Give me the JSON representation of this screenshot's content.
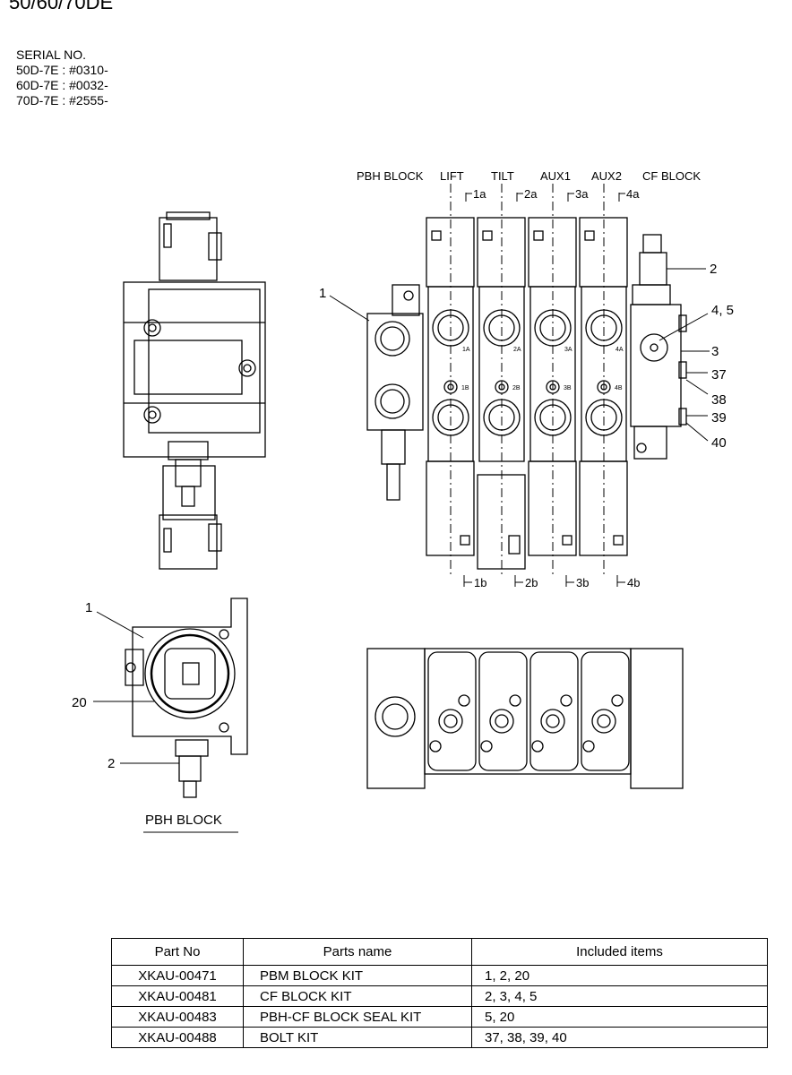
{
  "title": "50/60/70DE",
  "serial": {
    "heading": "SERIAL NO.",
    "lines": [
      "50D-7E : #0310-",
      "60D-7E : #0032-",
      "70D-7E : #2555-"
    ]
  },
  "section_labels": {
    "pbh_block": "PBH BLOCK",
    "lift": "LIFT",
    "tilt": "TILT",
    "aux1": "AUX1",
    "aux2": "AUX2",
    "cf_block": "CF BLOCK"
  },
  "port_labels_top": [
    "1a",
    "2a",
    "3a",
    "4a"
  ],
  "port_labels_bottom": [
    "1b",
    "2b",
    "3b",
    "4b"
  ],
  "port_small_A": [
    "1A",
    "2A",
    "3A",
    "4A"
  ],
  "port_small_B": [
    "1B",
    "2B",
    "3B",
    "4B"
  ],
  "callouts_main": {
    "c1": "1",
    "c2": "2",
    "c45": "4, 5",
    "c3": "3",
    "c37": "37",
    "c38": "38",
    "c39": "39",
    "c40": "40"
  },
  "callouts_detail": {
    "c1": "1",
    "c20": "20",
    "c2": "2"
  },
  "detail_caption": "PBH BLOCK",
  "table": {
    "headers": [
      "Part No",
      "Parts name",
      "Included items"
    ],
    "rows": [
      [
        "XKAU-00471",
        "PBM BLOCK KIT",
        "1, 2, 20"
      ],
      [
        "XKAU-00481",
        "CF BLOCK KIT",
        "2, 3, 4, 5"
      ],
      [
        "XKAU-00483",
        "PBH-CF BLOCK SEAL KIT",
        "5, 20"
      ],
      [
        "XKAU-00488",
        "BOLT KIT",
        "37, 38, 39, 40"
      ]
    ]
  }
}
